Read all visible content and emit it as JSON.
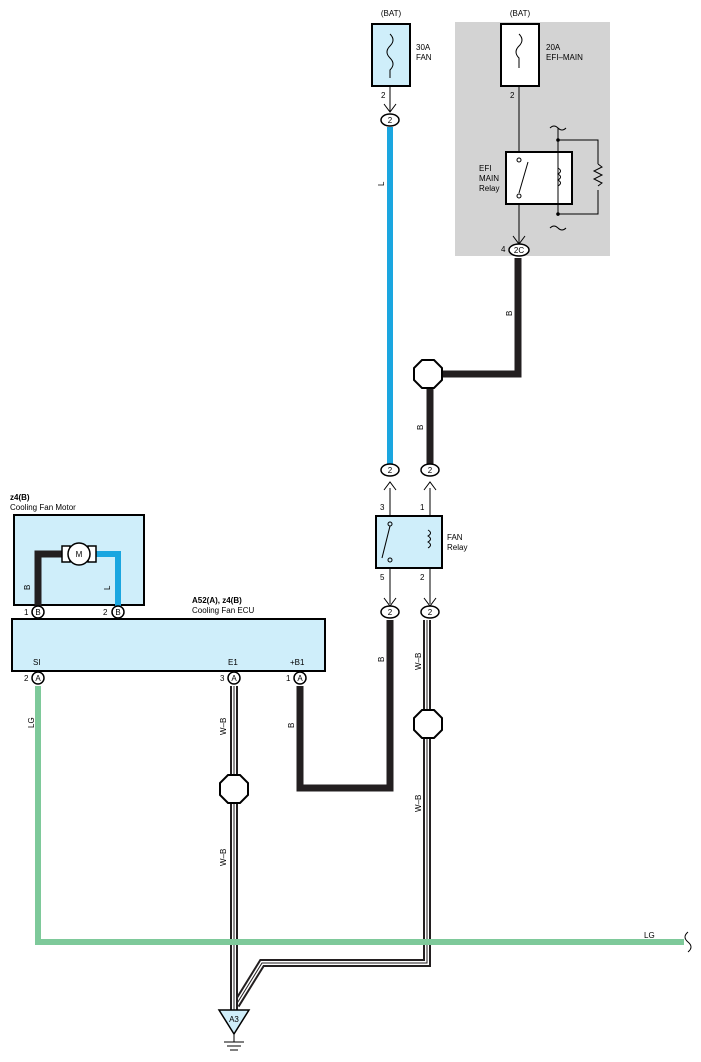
{
  "top": {
    "bat_left": "(BAT)",
    "bat_right": "(BAT)",
    "fuse_fan_rating": "30A",
    "fuse_fan_name": "FAN",
    "fuse_efi_rating": "20A",
    "fuse_efi_name": "EFI–MAIN",
    "fuse_fan_pin": "2",
    "fuse_efi_pin": "2"
  },
  "efi_relay": {
    "line1": "EFI",
    "line2": "MAIN",
    "line3": "Relay",
    "pin": "4",
    "connector": "2C"
  },
  "fan_relay": {
    "line1": "FAN",
    "line2": "Relay",
    "pin_left_top": "3",
    "pin_right_top": "1",
    "pin_left_bottom": "5",
    "pin_right_bottom": "2"
  },
  "motor": {
    "code": "z4(B)",
    "name": "Cooling Fan Motor",
    "symbol": "M",
    "pin1": "1",
    "pin2": "2",
    "conn1": "B",
    "conn2": "B",
    "wire_left": "B",
    "wire_right": "L"
  },
  "ecu": {
    "code": "A52(A), z4(B)",
    "name": "Cooling Fan ECU",
    "term_si": "SI",
    "term_e1": "E1",
    "term_b1": "+B1",
    "pin_si": "2",
    "pin_e1": "3",
    "pin_b1": "1",
    "conn": "A"
  },
  "connectors": {
    "c2": "2"
  },
  "wires": {
    "blue": "L",
    "black_upper": "B",
    "black_mid": "B",
    "black_relay_out": "B",
    "black_b1": "B",
    "wb_left_1": "W–B",
    "wb_left_2": "W–B",
    "wb_right_1": "W–B",
    "wb_right_2": "W–B",
    "lg_left": "LG",
    "lg_right": "LG"
  },
  "ground": {
    "label": "A3"
  },
  "colors": {
    "blue": "#1aa6e0",
    "black": "#231f20",
    "green": "#7ec99a",
    "box_fill": "#cfeefa",
    "shade": "#d3d3d3"
  }
}
